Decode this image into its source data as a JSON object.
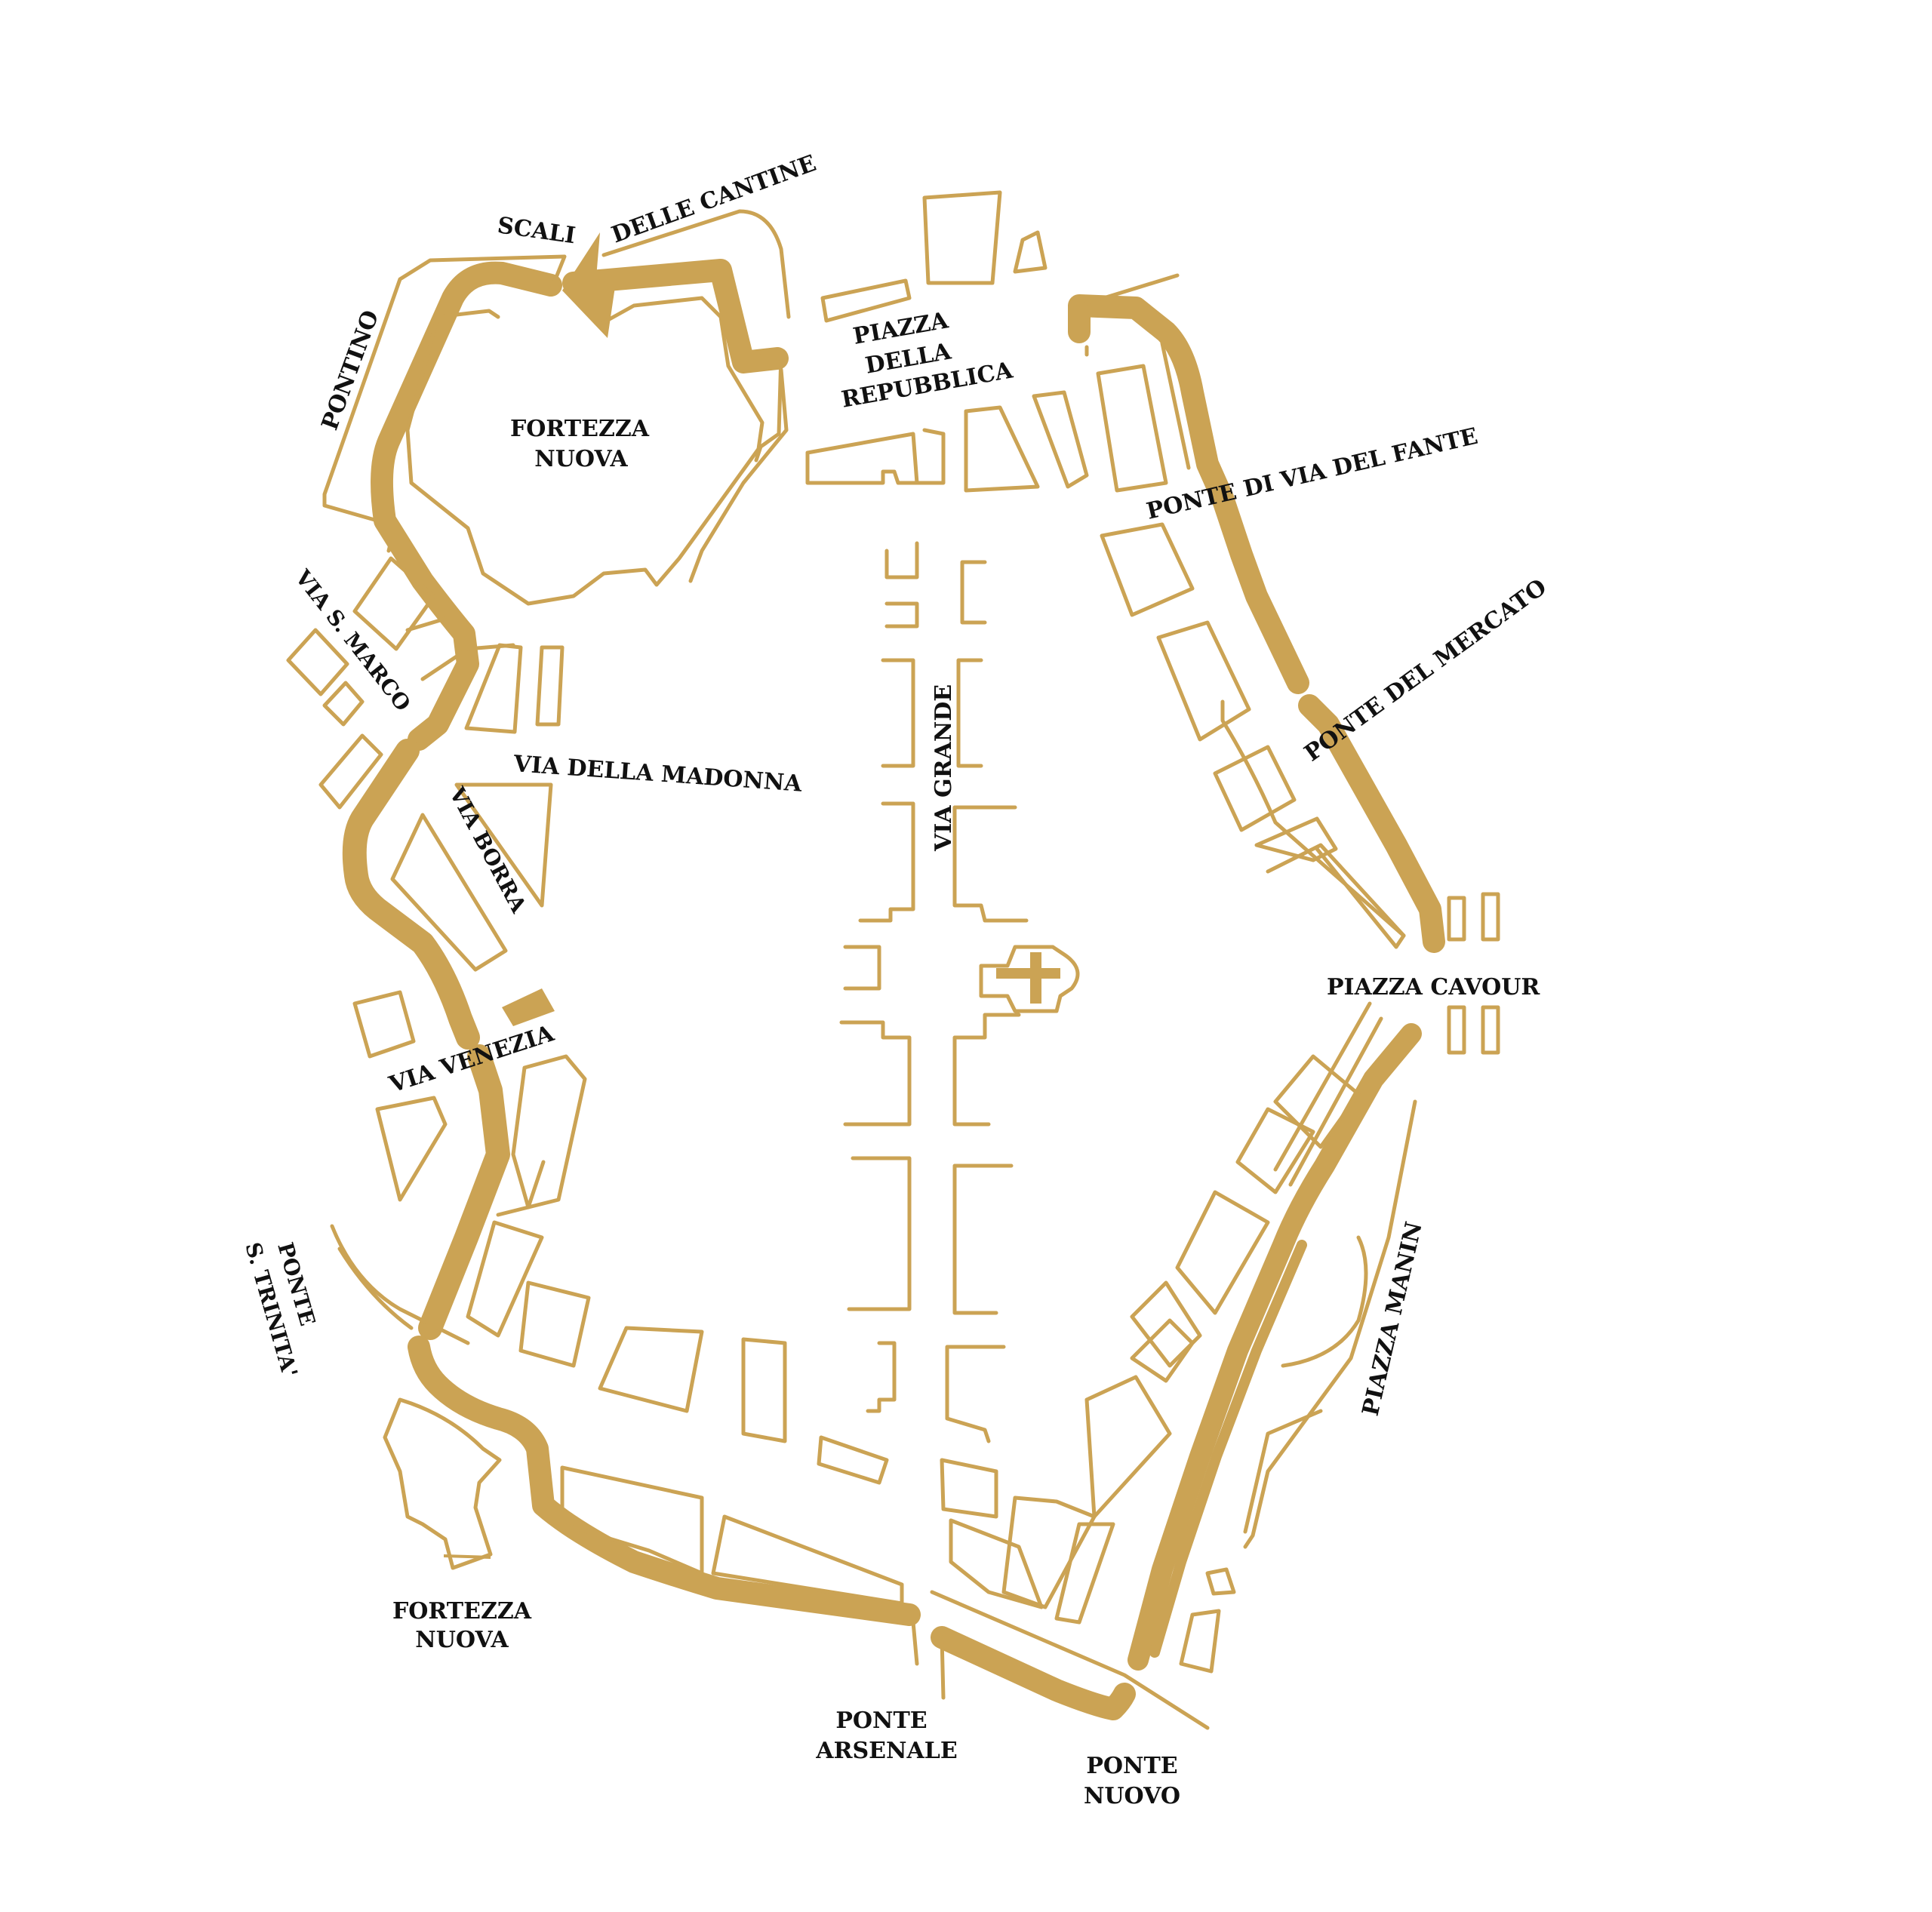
{
  "colors": {
    "canal": "#cba354",
    "background": "#ffffff",
    "text": "#111111"
  },
  "labels": {
    "scali": "SCALI",
    "delle_cantine": "DELLE CANTINE",
    "pontino": "PONTINO",
    "fortezza_nuova_top": [
      "FORTEZZA",
      "NUOVA"
    ],
    "piazza_repubblica": [
      "PIAZZA",
      "DELLA",
      "REPUBBLICA"
    ],
    "ponte_via_del_fante": "PONTE DI VIA DEL FANTE",
    "ponte_del_mercato": "PONTE DEL MERCATO",
    "via_s_marco": "VIA S. MARCO",
    "via_della_madonna": "VIA DELLA MADONNA",
    "via_borra": "VIA BORRA",
    "via_grande": "VIA GRANDE",
    "piazza_cavour": "PIAZZA CAVOUR",
    "via_venezia": "VIA VENEZIA",
    "ponte_s_trinita": [
      "PONTE",
      "S. TRINITA'"
    ],
    "piazza_manin": "PIAZZA MANIN",
    "fortezza_nuova_bottom": [
      "FORTEZZA",
      "NUOVA"
    ],
    "ponte_arsenale": [
      "PONTE",
      "ARSENALE"
    ],
    "ponte_nuovo": [
      "PONTE",
      "NUOVO"
    ]
  }
}
